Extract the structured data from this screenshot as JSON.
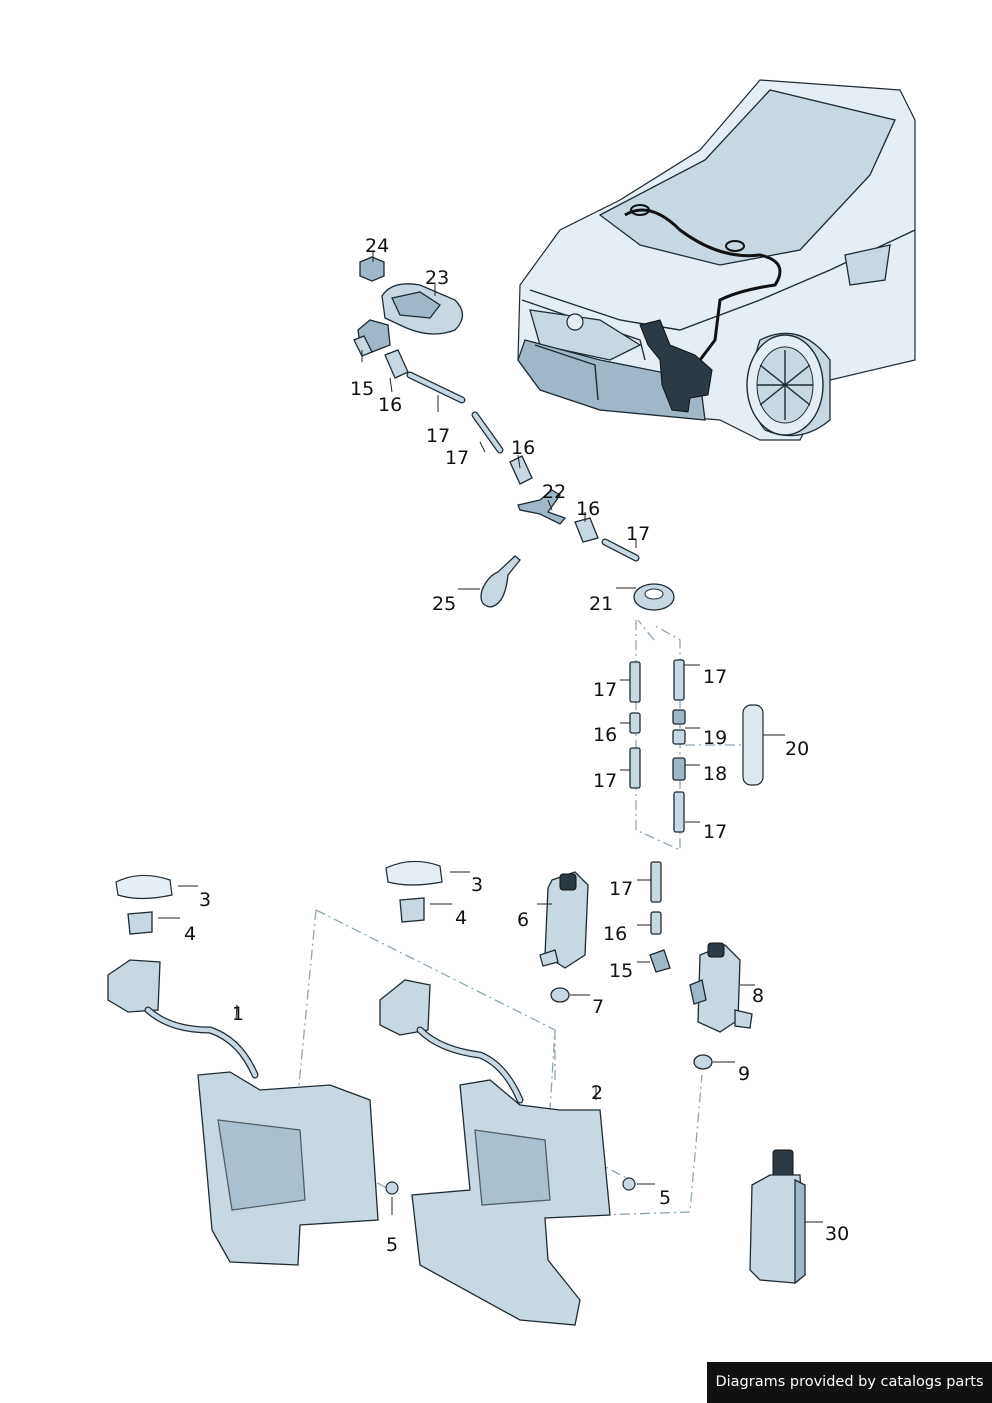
{
  "callouts": {
    "c1": "1",
    "c2": "2",
    "c3a": "3",
    "c3b": "3",
    "c4a": "4",
    "c4b": "4",
    "c5a": "5",
    "c5b": "5",
    "c6": "6",
    "c7": "7",
    "c8": "8",
    "c9": "9",
    "c15a": "15",
    "c15b": "15",
    "c16a": "16",
    "c16b": "16",
    "c16c": "16",
    "c16d": "16",
    "c16e": "16",
    "c17a": "17",
    "c17b": "17",
    "c17c": "17",
    "c17d": "17",
    "c17e": "17",
    "c17f": "17",
    "c17g": "17",
    "c17h": "17",
    "c18": "18",
    "c19": "19",
    "c20": "20",
    "c21": "21",
    "c22": "22",
    "c23": "23",
    "c24": "24",
    "c25": "25",
    "c30": "30"
  },
  "footer": {
    "credit": "Diagrams provided by catalogs parts"
  },
  "colors": {
    "part_fill": "#c7d8e3",
    "part_outline": "#1e2b33",
    "dash_line": "#8fa6b4",
    "footer_bg": "#111111"
  }
}
